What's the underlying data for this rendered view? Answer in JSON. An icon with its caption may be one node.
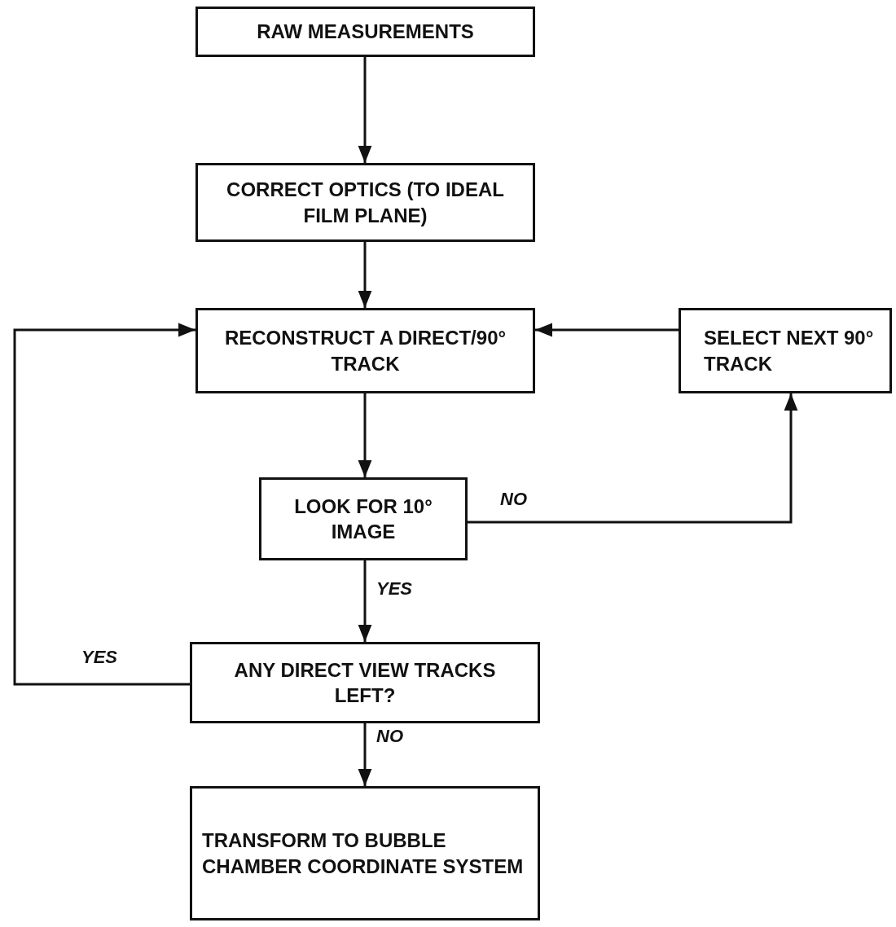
{
  "diagram": {
    "nodes": [
      {
        "text": [
          "RAW MEASUREMENTS"
        ]
      },
      {
        "text": [
          "CORRECT OPTICS (TO IDEAL FILM PLANE)"
        ]
      },
      {
        "text": [
          "RECONSTRUCT A DIRECT/90° TRACK"
        ]
      },
      {
        "text": [
          "SELECT NEXT 90° TRACK"
        ]
      },
      {
        "text": [
          "LOOK FOR 10° IMAGE"
        ]
      },
      {
        "text": [
          "ANY DIRECT VIEW TRACKS LEFT?"
        ]
      },
      {
        "text": [
          "TRANSFORM TO BUBBLE CHAMBER COORDINATE SYSTEM"
        ]
      }
    ],
    "edges": [
      {
        "from": 0,
        "to": 1,
        "arrow": "to"
      },
      {
        "from": 1,
        "to": 2,
        "arrow": "to"
      },
      {
        "from": 2,
        "to": 4,
        "arrow": "to"
      },
      {
        "from": 4,
        "to": 3,
        "arrow": "to",
        "label": "NO"
      },
      {
        "from": 3,
        "to": 2,
        "arrow": "to"
      },
      {
        "from": 4,
        "to": 5,
        "arrow": "to",
        "label": "YES"
      },
      {
        "from": 5,
        "to": 2,
        "arrow": "to",
        "label": "YES"
      },
      {
        "from": 5,
        "to": 6,
        "arrow": "to",
        "label": "NO"
      }
    ]
  }
}
